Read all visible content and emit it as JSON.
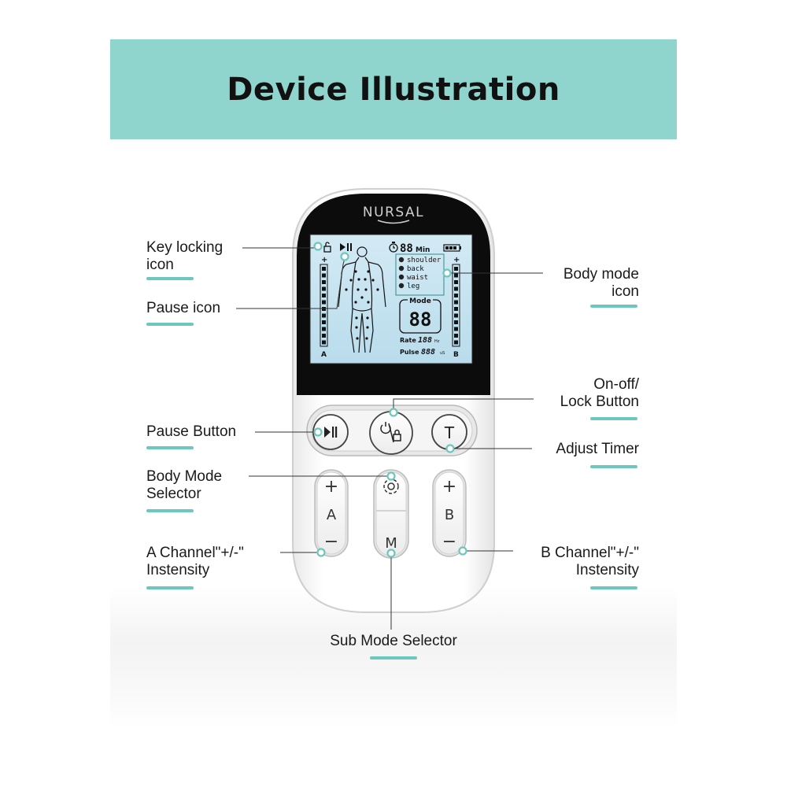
{
  "title": "Device Illustration",
  "brand": "NURSAL",
  "accent_color": "#8fd4cd",
  "screen": {
    "timer_digits": "88",
    "timer_unit": "Min",
    "body_modes": [
      "shoulder",
      "back",
      "waist",
      "leg"
    ],
    "mode_label": "Mode",
    "mode_digits": "88",
    "rate_label": "Rate",
    "rate_digits": "188",
    "rate_unit": "Hz",
    "pulse_label": "Pulse",
    "pulse_digits": "888",
    "pulse_unit": "uS",
    "channel_a": "A",
    "channel_b": "B",
    "plus": "+",
    "minus": "−"
  },
  "buttons": {
    "timer": "T",
    "a_plus": "+",
    "a_label": "A",
    "a_minus": "−",
    "b_plus": "+",
    "b_label": "B",
    "b_minus": "−",
    "m_label": "M"
  },
  "callouts": {
    "key_locking_1": "Key locking",
    "key_locking_2": "icon",
    "pause_icon": "Pause icon",
    "body_mode_icon_1": "Body mode",
    "body_mode_icon_2": "icon",
    "on_off_1": "On-off/",
    "on_off_2": "Lock Button",
    "pause_button": "Pause Button",
    "adjust_timer": "Adjust Timer",
    "body_mode_selector_1": "Body Mode",
    "body_mode_selector_2": "Selector",
    "a_channel_1": "A Channel\"+/-\"",
    "a_channel_2": "Instensity",
    "b_channel_1": "B Channel\"+/-\"",
    "b_channel_2": "Instensity",
    "sub_mode": "Sub Mode Selector"
  }
}
